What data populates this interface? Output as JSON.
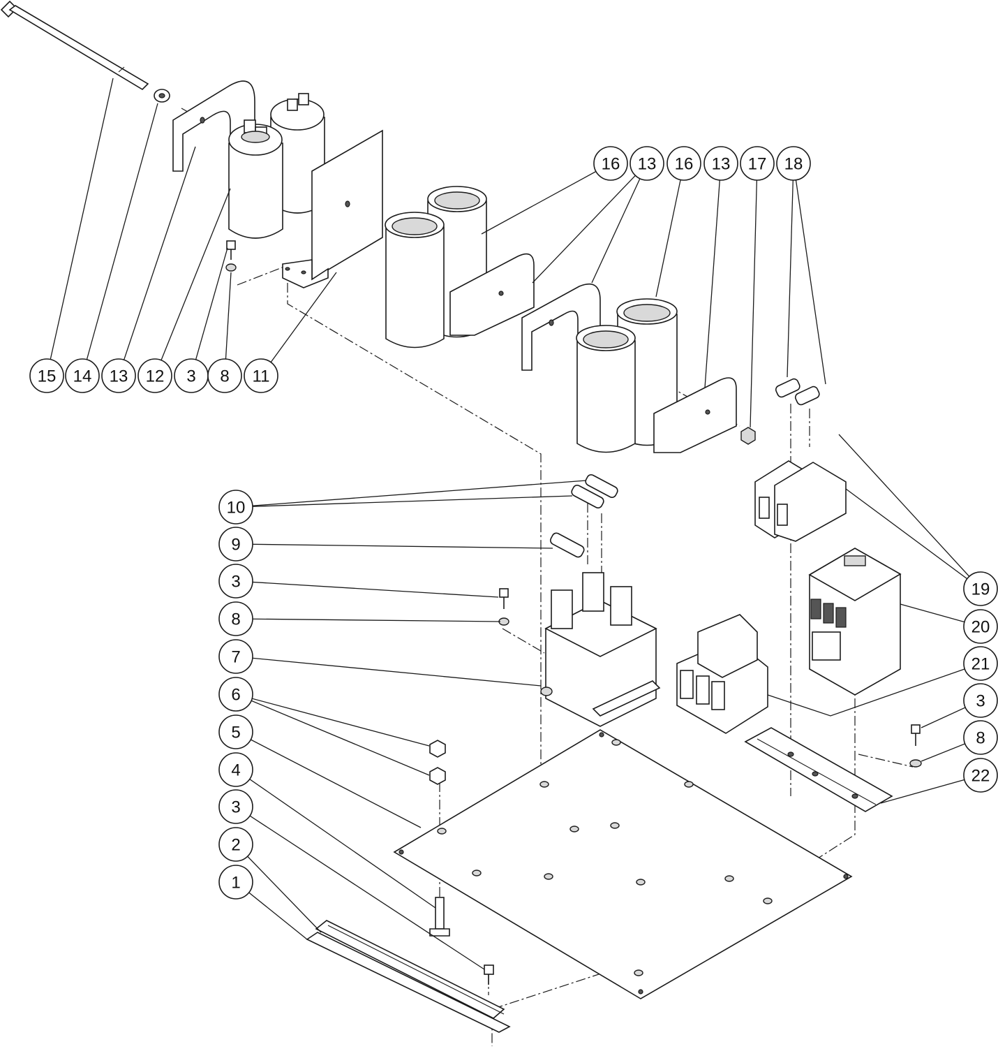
{
  "callouts": [
    {
      "label": "15"
    },
    {
      "label": "14"
    },
    {
      "label": "13"
    },
    {
      "label": "12"
    },
    {
      "label": "3"
    },
    {
      "label": "8"
    },
    {
      "label": "11"
    },
    {
      "label": "16"
    },
    {
      "label": "13"
    },
    {
      "label": "16"
    },
    {
      "label": "13"
    },
    {
      "label": "17"
    },
    {
      "label": "18"
    },
    {
      "label": "10"
    },
    {
      "label": "9"
    },
    {
      "label": "3"
    },
    {
      "label": "8"
    },
    {
      "label": "7"
    },
    {
      "label": "6"
    },
    {
      "label": "5"
    },
    {
      "label": "4"
    },
    {
      "label": "3"
    },
    {
      "label": "2"
    },
    {
      "label": "1"
    },
    {
      "label": "19"
    },
    {
      "label": "20"
    },
    {
      "label": "21"
    },
    {
      "label": "3"
    },
    {
      "label": "8"
    },
    {
      "label": "22"
    }
  ]
}
